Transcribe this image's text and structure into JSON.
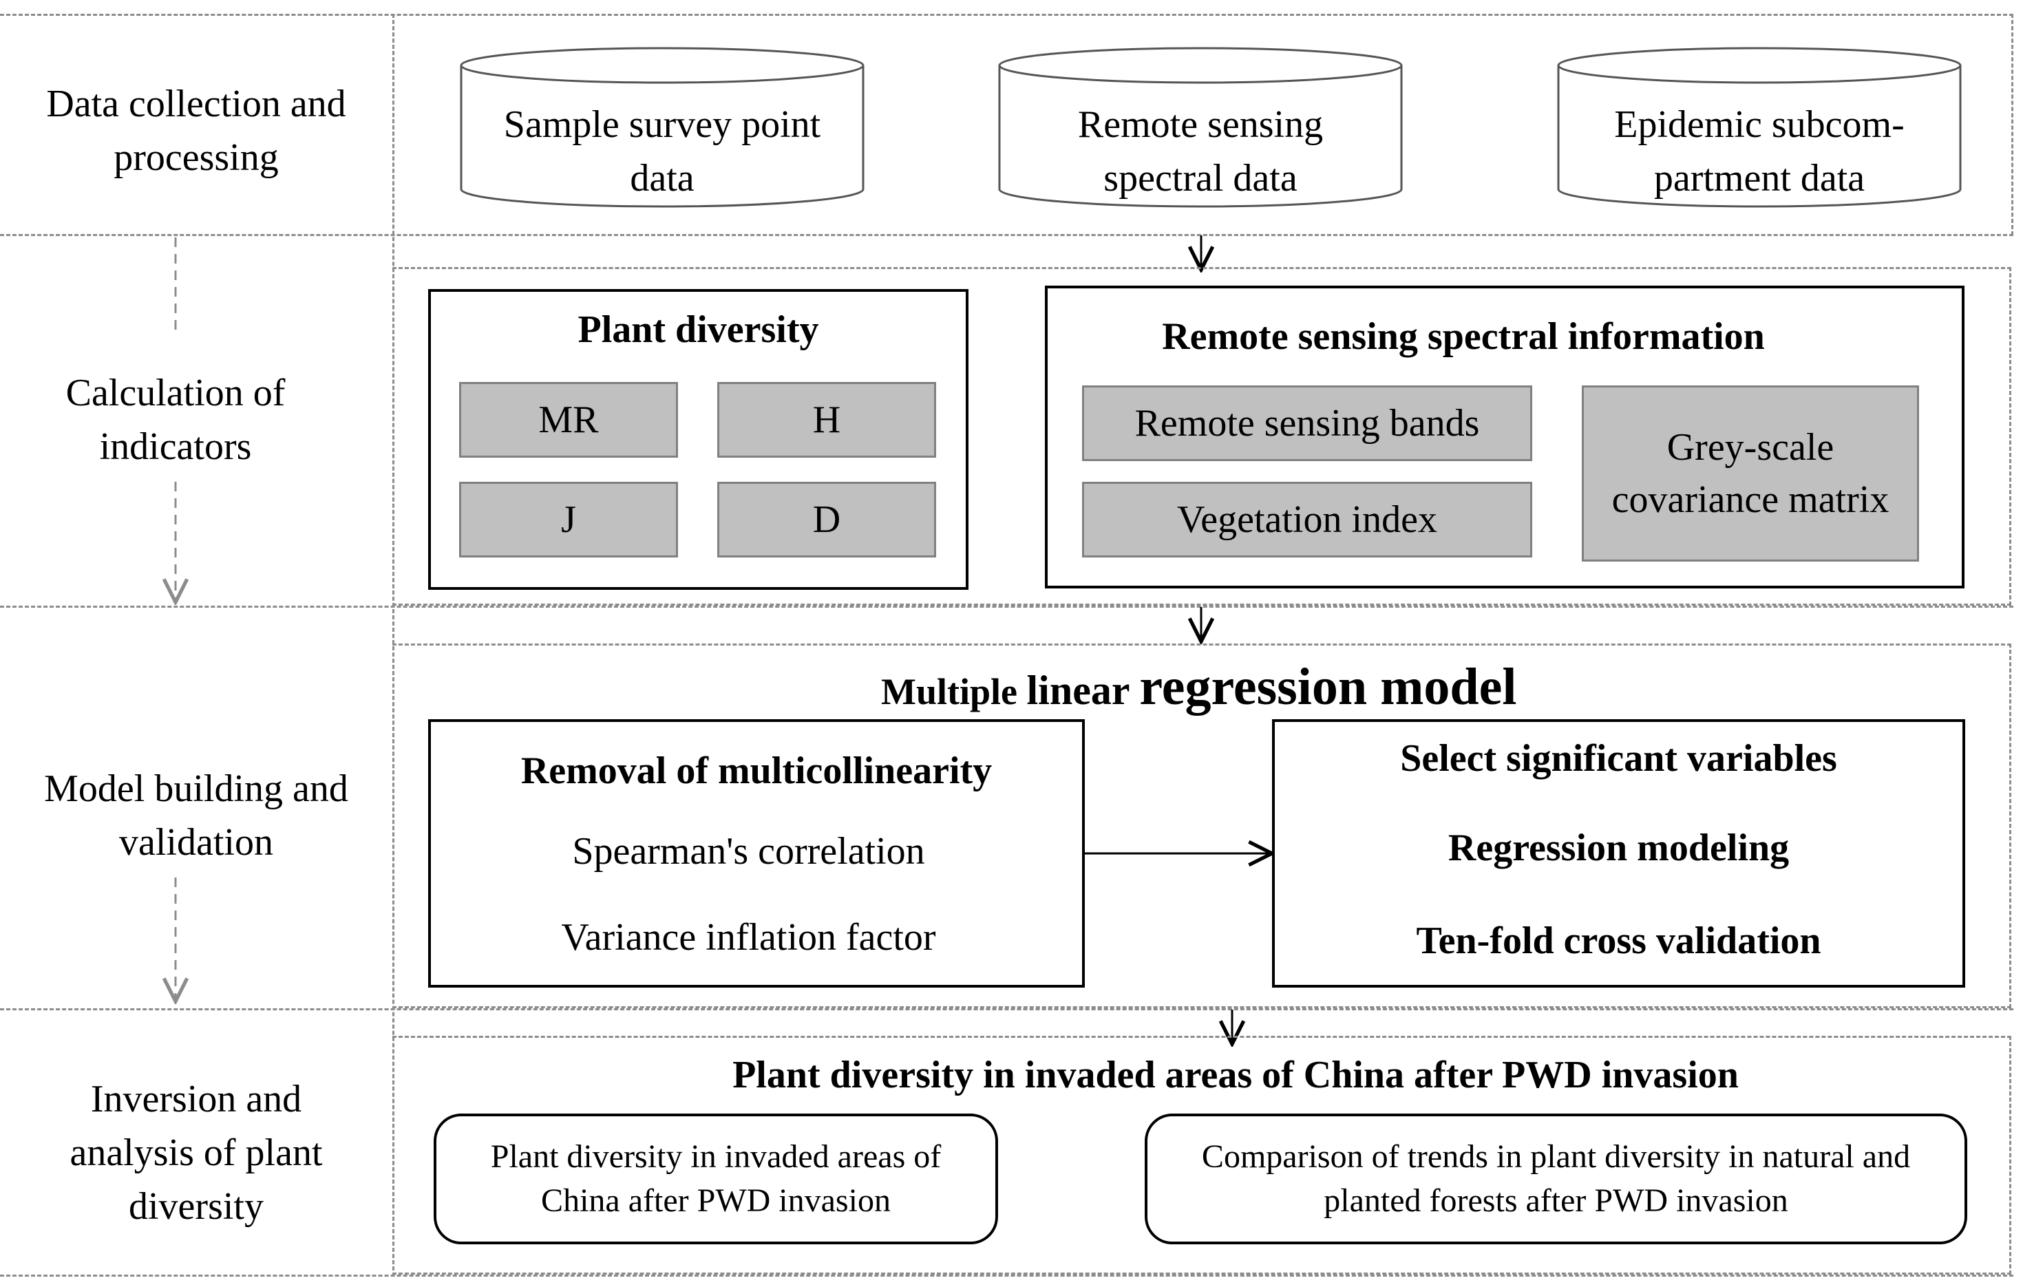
{
  "stages": [
    {
      "label": "Data collection and processing"
    },
    {
      "label": "Calculation of indicators"
    },
    {
      "label": "Model building and validation"
    },
    {
      "label": "Inversion and analysis of plant diversity"
    }
  ],
  "data_sources": [
    {
      "label": "Sample survey point data"
    },
    {
      "label": "Remote sensing spectral data"
    },
    {
      "label": "Epidemic subcom-partment data"
    }
  ],
  "plant_diversity": {
    "title": "Plant diversity",
    "indices": [
      "MR",
      "H",
      "J",
      "D"
    ]
  },
  "rs_info": {
    "title": "Remote sensing spectral information",
    "bands": "Remote sensing bands",
    "vegetation": "Vegetation index",
    "glcm": "Grey-scale covariance matrix"
  },
  "model": {
    "title_a": "Multiple ",
    "title_b": "linear ",
    "title_c": "regression model",
    "multicollinearity_title": "Removal of multicollinearity",
    "spearman": "Spearman's correlation",
    "vif": "Variance inflation factor",
    "step1": "Select significant variables",
    "step2": "Regression modeling",
    "step3": "Ten-fold cross validation"
  },
  "inversion": {
    "title": "Plant diversity in invaded areas of China after PWD invasion",
    "left": "Plant diversity in invaded areas of China after PWD invasion",
    "right": "Comparison of trends in plant diversity in natural and planted forests after PWD invasion"
  }
}
